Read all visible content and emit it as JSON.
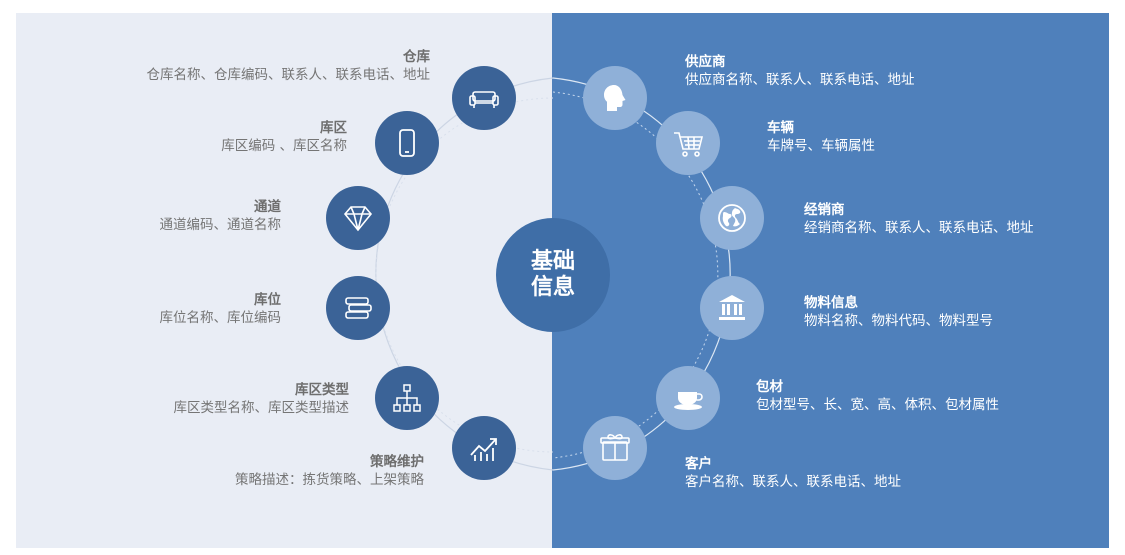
{
  "center": {
    "line1": "基础",
    "line2": "信息"
  },
  "left_items": [
    {
      "title": "仓库",
      "desc": "仓库名称、仓库编码、联系人、联系电话、地址",
      "icon": "sofa-icon"
    },
    {
      "title": "库区",
      "desc": "库区编码 、库区名称",
      "icon": "phone-icon"
    },
    {
      "title": "通道",
      "desc": "通道编码、通道名称",
      "icon": "diamond-icon"
    },
    {
      "title": "库位",
      "desc": "库位名称、库位编码",
      "icon": "stack-icon"
    },
    {
      "title": "库区类型",
      "desc": "库区类型名称、库区类型描述",
      "icon": "hierarchy-icon"
    },
    {
      "title": "策略维护",
      "desc": "策略描述：拣货策略、上架策略",
      "icon": "growth-chart-icon"
    }
  ],
  "right_items": [
    {
      "title": "供应商",
      "desc": "供应商名称、联系人、联系电话、地址",
      "icon": "head-icon"
    },
    {
      "title": "车辆",
      "desc": "车牌号、车辆属性",
      "icon": "cart-icon"
    },
    {
      "title": "经销商",
      "desc": "经销商名称、联系人、联系电话、地址",
      "icon": "globe-icon"
    },
    {
      "title": "物料信息",
      "desc": "物料名称、物料代码、物料型号",
      "icon": "bank-icon"
    },
    {
      "title": "包材",
      "desc": "包材型号、长、宽、高、体积、包材属性",
      "icon": "cup-icon"
    },
    {
      "title": "客户",
      "desc": "客户名称、联系人、联系电话、地址",
      "icon": "box-icon"
    }
  ],
  "colors": {
    "left_bg": "#e9edf5",
    "right_bg": "#4f80bb",
    "node_dark": "#3b6397",
    "node_light": "#8fb0d8",
    "center": "#3f6ea7"
  }
}
